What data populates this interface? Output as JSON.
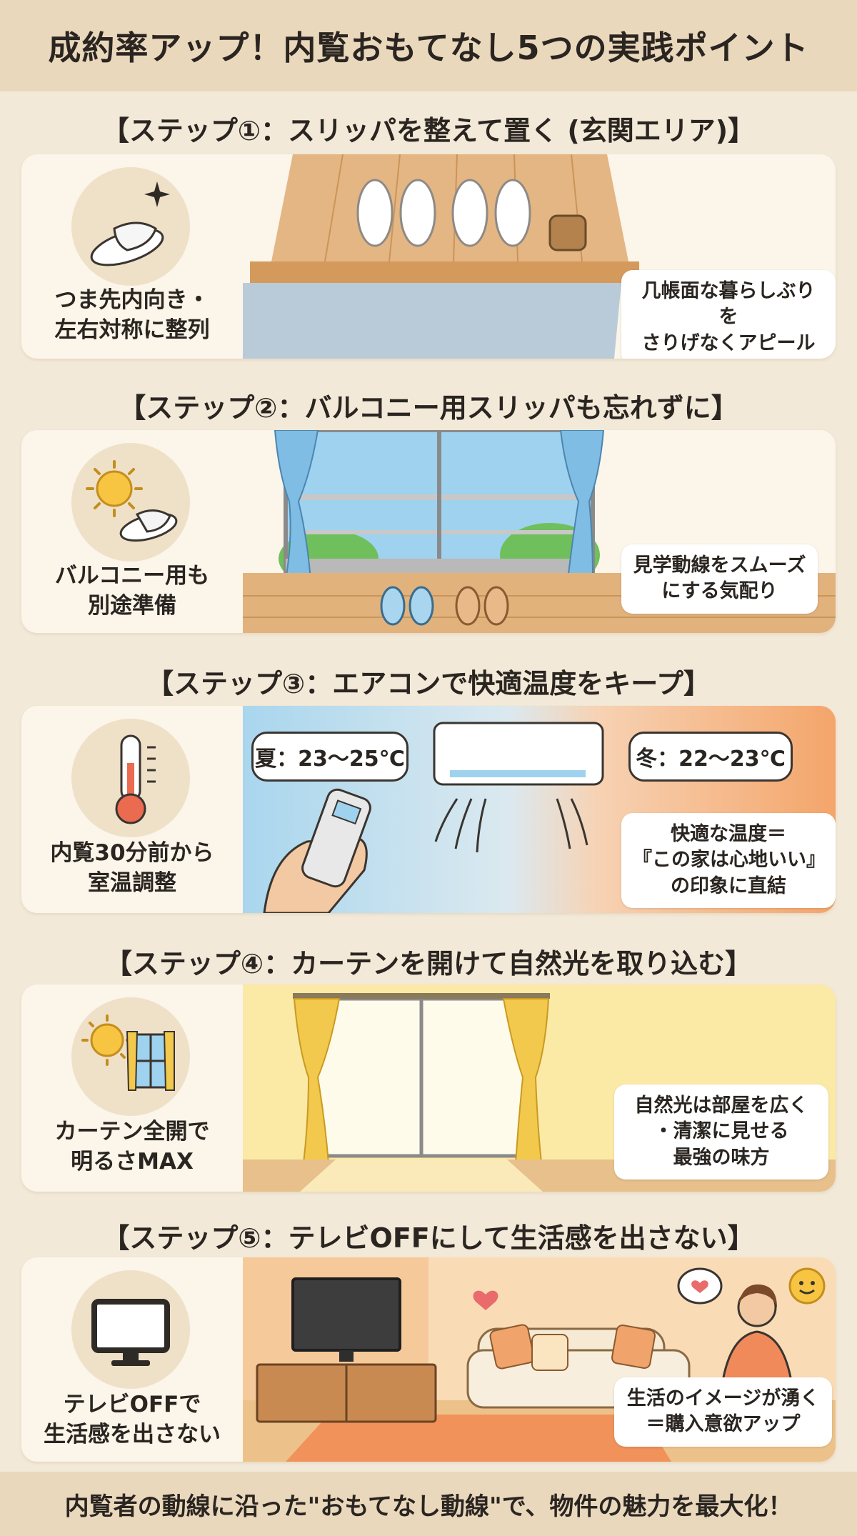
{
  "title": "成約率アップ！内覧おもてなし5つの実践ポイント",
  "steps": [
    {
      "heading": "【ステップ①：スリッパを整えて置く (玄関エリア)】",
      "icon": "slipper-icon",
      "caption": [
        "つま先内向き・",
        "左右対称に整列"
      ],
      "note": [
        "几帳面な暮らしぶりを",
        "さりげなくアピール"
      ]
    },
    {
      "heading": "【ステップ②：バルコニー用スリッパも忘れずに】",
      "icon": "sun-slipper-icon",
      "caption": [
        "バルコニー用も",
        "別途準備"
      ],
      "note": [
        "見学動線をスムーズ",
        "にする気配り"
      ]
    },
    {
      "heading": "【ステップ③：エアコンで快適温度をキープ】",
      "icon": "thermometer-icon",
      "caption": [
        "内覧30分前から",
        "室温調整"
      ],
      "summer": "夏：23〜25℃",
      "winter": "冬：22〜23℃",
      "note": [
        "快適な温度＝",
        "『この家は心地いい』",
        "の印象に直結"
      ]
    },
    {
      "heading": "【ステップ④：カーテンを開けて自然光を取り込む】",
      "icon": "sun-window-icon",
      "caption": [
        "カーテン全開で",
        "明るさMAX"
      ],
      "note": [
        "自然光は部屋を広く",
        "・清潔に見せる",
        "最強の味方"
      ]
    },
    {
      "heading": "【ステップ⑤：テレビOFFにして生活感を出さない】",
      "icon": "tv-icon",
      "caption": [
        "テレビOFFで",
        "生活感を出さない"
      ],
      "note": [
        "生活のイメージが湧く",
        "＝購入意欲アップ"
      ]
    }
  ],
  "footer": "内覧者の動線に沿った\"おもてなし動線\"で、物件の魅力を最大化！",
  "colors": {
    "background": "#f3e9d8",
    "card": "#fbf5ea",
    "accent_wood": "#d9a96e",
    "accent_orange": "#f4a56a",
    "accent_blue": "#a9d6ee"
  }
}
